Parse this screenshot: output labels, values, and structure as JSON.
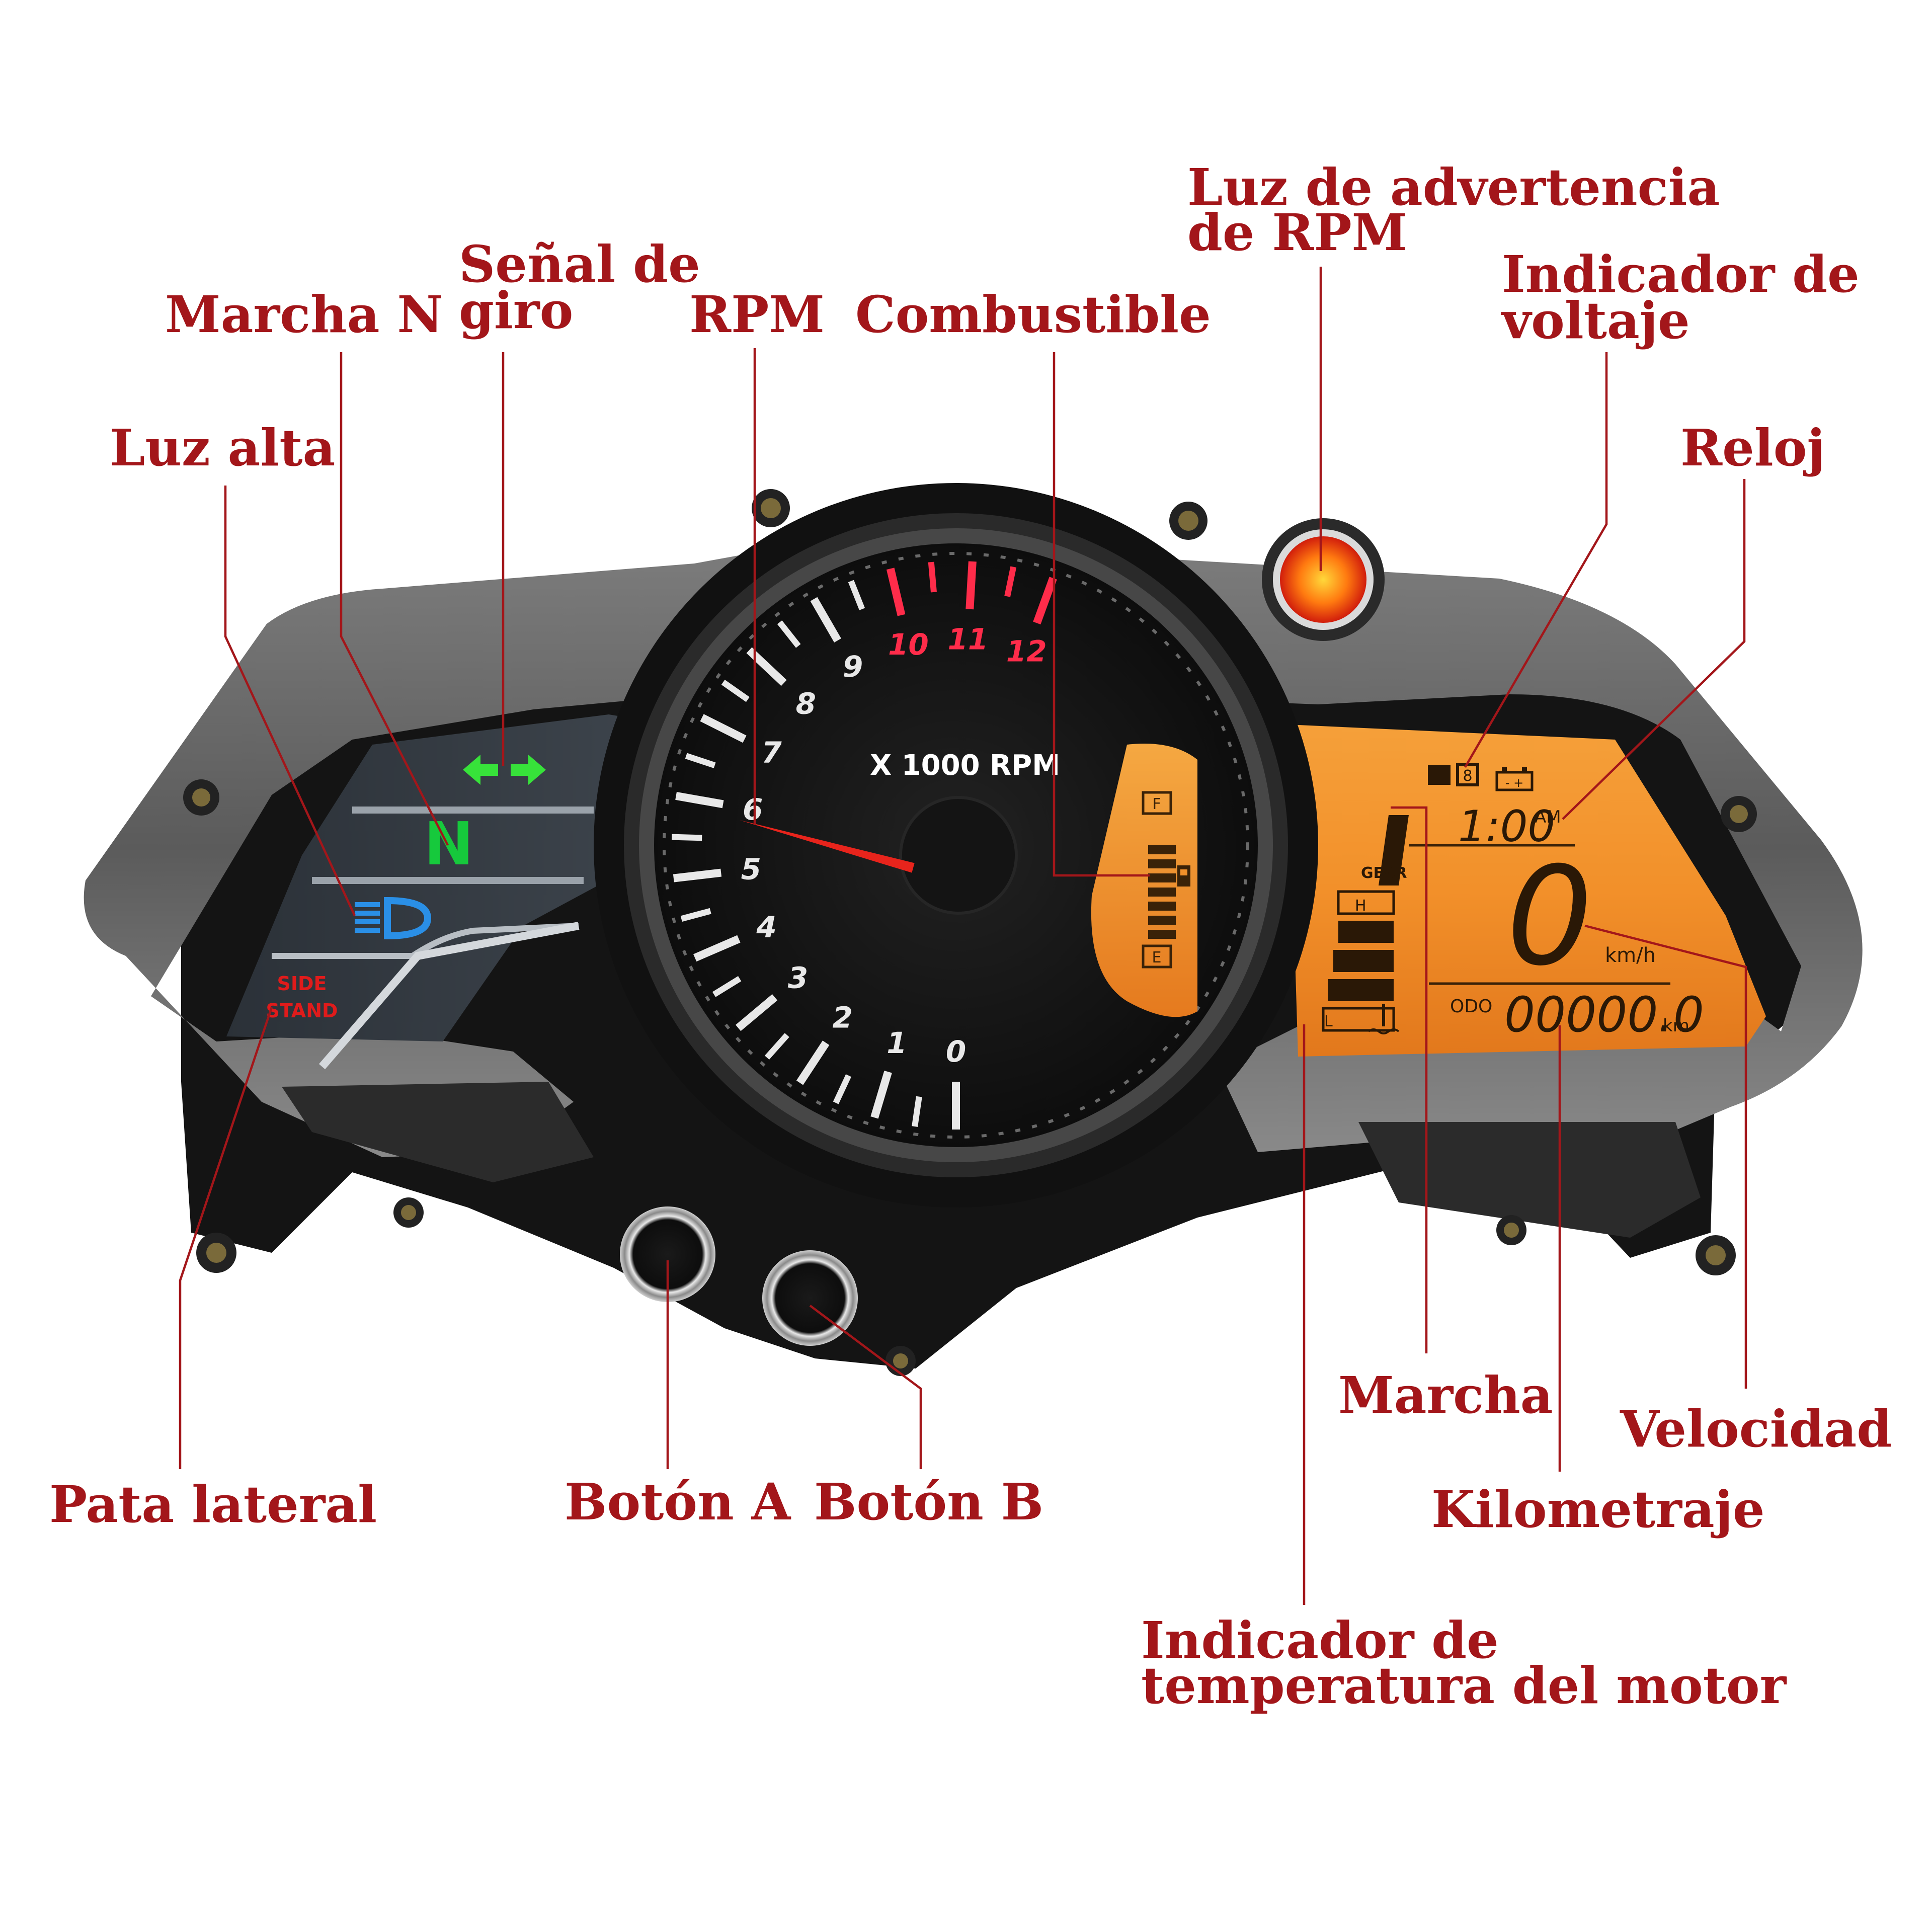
{
  "title": "",
  "labels": {
    "rpm_warning_line1": "Luz de advertencia",
    "rpm_warning_line2": "de RPM",
    "turn_signal_line1": "Señal de",
    "turn_signal_line2": "giro",
    "neutral": "Marcha N",
    "rpm": "RPM",
    "fuel": "Combustible",
    "voltage_line1": "Indicador de",
    "voltage_line2": "voltaje",
    "high_beam": "Luz alta",
    "clock": "Reloj",
    "side_stand": "Pata lateral",
    "button_a": "Botón A",
    "button_b": "Botón B",
    "gear": "Marcha",
    "speed": "Velocidad",
    "odometer": "Kilometraje",
    "engine_temp_line1": "Indicador de",
    "engine_temp_line2": "temperatura del motor"
  },
  "tachometer": {
    "unit_text": "X 1000 RPM",
    "ticks": [
      "0",
      "1",
      "2",
      "3",
      "4",
      "5",
      "6",
      "7",
      "8",
      "9",
      "10",
      "11",
      "12"
    ],
    "redline_from": 10,
    "needle_value": 6
  },
  "fuel_gauge": {
    "full_mark": "F",
    "empty_mark": "E",
    "level_segments": 7
  },
  "indicators": {
    "neutral": "N",
    "side_stand_line1": "SIDE",
    "side_stand_line2": "STAND"
  },
  "lcd": {
    "clock": "1:00",
    "clock_suffix": "AM",
    "gear_label": "GEAR",
    "gear_value": "1",
    "temp_high": "H",
    "temp_low": "L",
    "speed": "0",
    "speed_unit": "km/h",
    "odo_label": "ODO",
    "odometer": "00000.0",
    "odometer_unit": "km",
    "battery_icon_mark": "- +"
  },
  "colors": {
    "label_red": "#a3161a",
    "lcd_orange": "#f2902a",
    "neutral_green": "#16c93c",
    "turn_green": "#37e23a",
    "high_beam_blue": "#2a8fe6",
    "redline": "#ff2c4a",
    "needle": "#e8241c"
  }
}
